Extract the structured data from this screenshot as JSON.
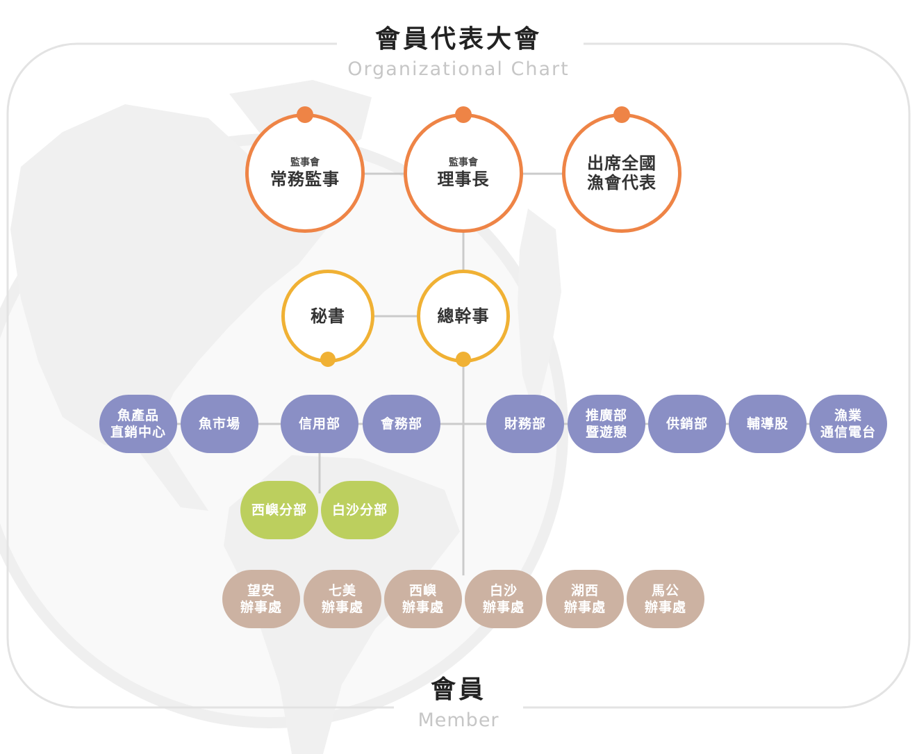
{
  "header": {
    "title": "會員代表大會",
    "subtitle": "Organizational Chart"
  },
  "leadership": [
    {
      "caption": "監事會",
      "title": "常務監事"
    },
    {
      "caption": "監事會",
      "title": "理事長"
    },
    {
      "lines": [
        "出席全國",
        "漁會代表"
      ]
    }
  ],
  "management": [
    {
      "title": "秘書"
    },
    {
      "title": "總幹事"
    }
  ],
  "departments": [
    {
      "lines": [
        "魚產品",
        "直銷中心"
      ]
    },
    {
      "lines": [
        "魚市場"
      ]
    },
    {
      "lines": [
        "信用部"
      ]
    },
    {
      "lines": [
        "會務部"
      ]
    },
    {
      "lines": [
        "財務部"
      ]
    },
    {
      "lines": [
        "推廣部",
        "暨遊憩"
      ]
    },
    {
      "lines": [
        "供銷部"
      ]
    },
    {
      "lines": [
        "輔導股"
      ]
    },
    {
      "lines": [
        "漁業",
        "通信電台"
      ]
    }
  ],
  "credit_branches": [
    {
      "lines": [
        "西嶼分部"
      ]
    },
    {
      "lines": [
        "白沙分部"
      ]
    }
  ],
  "offices": [
    {
      "lines": [
        "望安",
        "辦事處"
      ]
    },
    {
      "lines": [
        "七美",
        "辦事處"
      ]
    },
    {
      "lines": [
        "西嶼",
        "辦事處"
      ]
    },
    {
      "lines": [
        "白沙",
        "辦事處"
      ]
    },
    {
      "lines": [
        "湖西",
        "辦事處"
      ]
    },
    {
      "lines": [
        "馬公",
        "辦事處"
      ]
    }
  ],
  "footer": {
    "title": "會員",
    "subtitle": "Member"
  },
  "colors": {
    "leadership": "#ee8446",
    "management": "#f0b134",
    "departments": "#8a8fc5",
    "credit_branches": "#bccf5e",
    "offices": "#ccb2a2",
    "connector": "#cbcbcb",
    "frame": "#e3e3e3"
  }
}
